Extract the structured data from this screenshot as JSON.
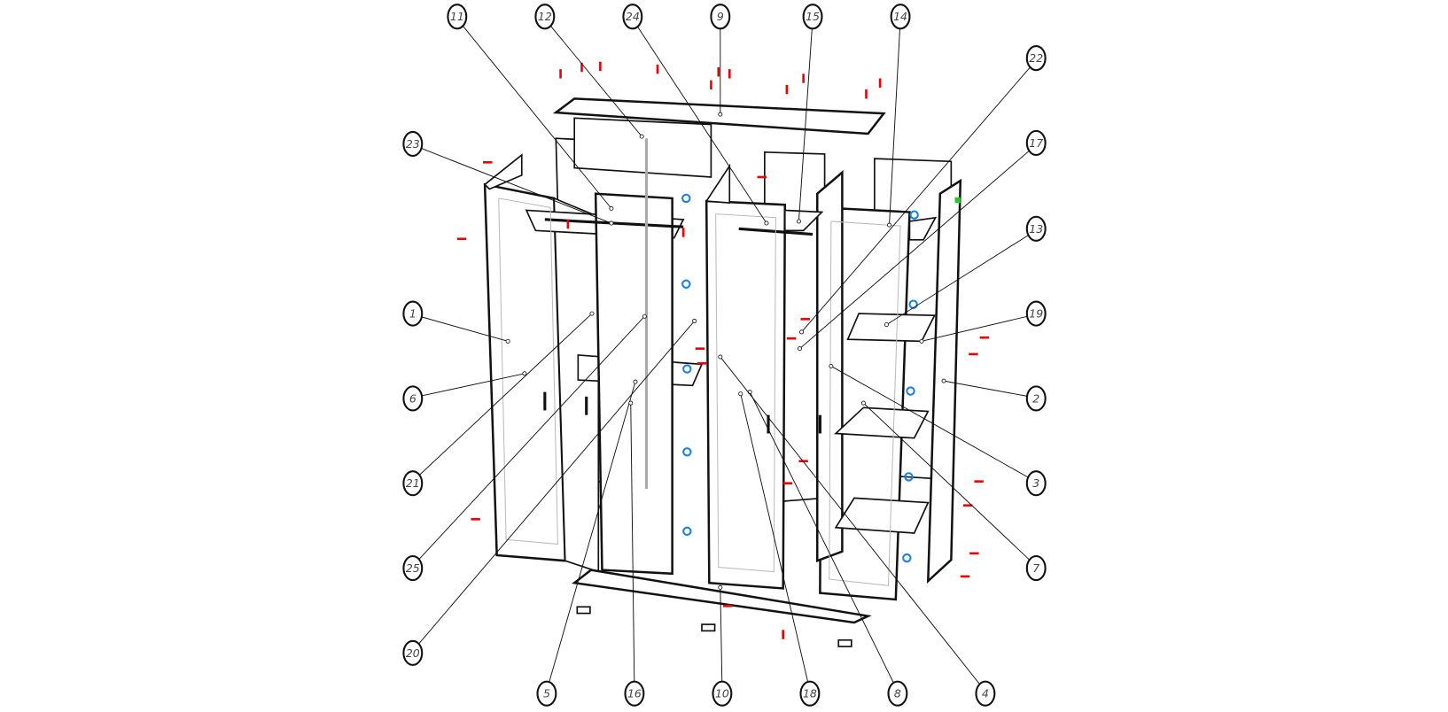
{
  "diagram": {
    "title": "Wardrobe exploded assembly view",
    "callouts": [
      "11",
      "12",
      "24",
      "9",
      "15",
      "14",
      "22",
      "17",
      "13",
      "19",
      "2",
      "3",
      "7",
      "23",
      "1",
      "6",
      "21",
      "25",
      "20",
      "5",
      "16",
      "10",
      "18",
      "8",
      "4"
    ],
    "colors": {
      "line": "#111111",
      "fastener": "#e00000",
      "hinge": "#1a7fe8",
      "accent": "#22cc22"
    }
  }
}
